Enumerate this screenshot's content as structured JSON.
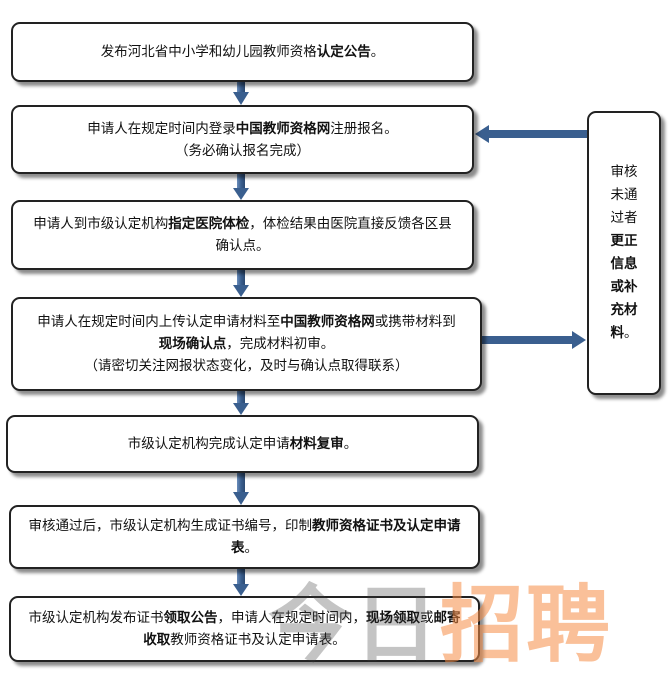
{
  "steps": [
    {
      "runs": [
        {
          "t": "发布河北省中小学和幼儿园教师资格"
        },
        {
          "t": "认定公告",
          "b": true
        },
        {
          "t": "。"
        }
      ]
    },
    {
      "runs": [
        {
          "t": "申请人在规定时间内登录"
        },
        {
          "t": "中国教师资格网",
          "b": true
        },
        {
          "t": "注册报名。"
        }
      ],
      "note": "（务必确认报名完成）"
    },
    {
      "runs": [
        {
          "t": "申请人到市级认定机构"
        },
        {
          "t": "指定医院体检",
          "b": true
        },
        {
          "t": "，体检结果由医院直接反馈各区县确认点。"
        }
      ]
    },
    {
      "runs": [
        {
          "t": "申请人在规定时间内上传认定申请材料至"
        },
        {
          "t": "中国教师资格网",
          "b": true
        },
        {
          "t": "或携带材料到"
        },
        {
          "t": "现场确认点",
          "b": true
        },
        {
          "t": "，完成材料初审。"
        }
      ],
      "note": "（请密切关注网报状态变化，及时与确认点取得联系）"
    },
    {
      "runs": [
        {
          "t": "市级认定机构完成认定申请"
        },
        {
          "t": "材料复审",
          "b": true
        },
        {
          "t": "。"
        }
      ]
    },
    {
      "runs": [
        {
          "t": "审核通过后，市级认定机构生成证书编号，印制"
        },
        {
          "t": "教师资格证书及认定申请表",
          "b": true
        },
        {
          "t": "。"
        }
      ]
    },
    {
      "runs": [
        {
          "t": "市级认定机构发布证书"
        },
        {
          "t": "领取公告",
          "b": true
        },
        {
          "t": "，申请人在规定时间内，"
        },
        {
          "t": "现场领取",
          "b": true
        },
        {
          "t": "或"
        },
        {
          "t": "邮寄收取",
          "b": true
        },
        {
          "t": "教师资格证书及认定申请表。"
        }
      ]
    }
  ],
  "side": {
    "runs": [
      {
        "t": "审核未通过者"
      },
      {
        "t": "更正信息或补充材料",
        "b": true
      },
      {
        "t": "。"
      }
    ]
  },
  "watermark": {
    "part1": "今日",
    "part2": "招聘"
  },
  "colors": {
    "arrow": "#3a5f8f",
    "border": "#222222"
  }
}
